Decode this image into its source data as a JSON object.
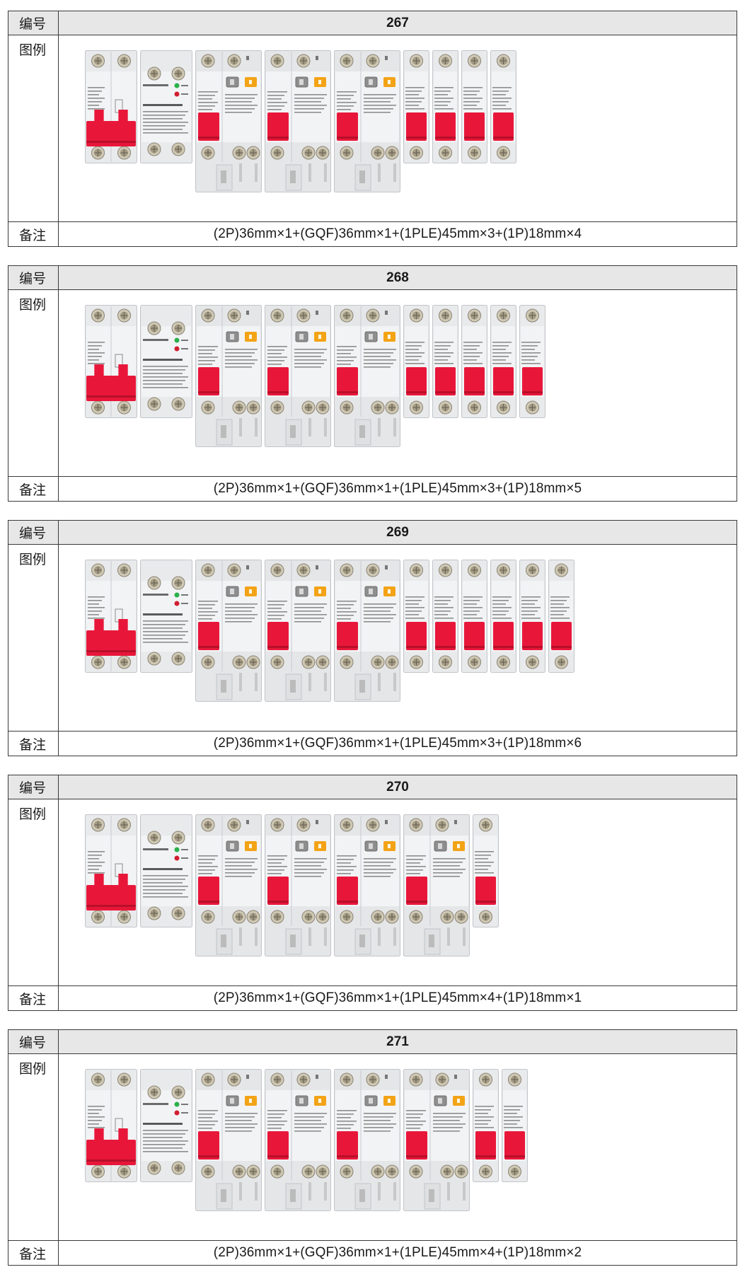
{
  "labels": {
    "number": "编号",
    "figure": "图例",
    "remark": "备注"
  },
  "brand_color": "#e8173a",
  "accent_orange": "#f3a316",
  "tables": [
    {
      "number": "267",
      "modules": [
        "2P",
        "GQF",
        "1PLE",
        "1PLE",
        "1PLE",
        "1P",
        "1P",
        "1P",
        "1P"
      ],
      "remark": "(2P)36mm×1+(GQF)36mm×1+(1PLE)45mm×3+(1P)18mm×4"
    },
    {
      "number": "268",
      "modules": [
        "2P",
        "GQF",
        "1PLE",
        "1PLE",
        "1PLE",
        "1P",
        "1P",
        "1P",
        "1P",
        "1P"
      ],
      "remark": "(2P)36mm×1+(GQF)36mm×1+(1PLE)45mm×3+(1P)18mm×5"
    },
    {
      "number": "269",
      "modules": [
        "2P",
        "GQF",
        "1PLE",
        "1PLE",
        "1PLE",
        "1P",
        "1P",
        "1P",
        "1P",
        "1P",
        "1P"
      ],
      "remark": "(2P)36mm×1+(GQF)36mm×1+(1PLE)45mm×3+(1P)18mm×6"
    },
    {
      "number": "270",
      "modules": [
        "2P",
        "GQF",
        "1PLE",
        "1PLE",
        "1PLE",
        "1PLE",
        "1P"
      ],
      "remark": "(2P)36mm×1+(GQF)36mm×1+(1PLE)45mm×4+(1P)18mm×1"
    },
    {
      "number": "271",
      "modules": [
        "2P",
        "GQF",
        "1PLE",
        "1PLE",
        "1PLE",
        "1PLE",
        "1P",
        "1P"
      ],
      "remark": "(2P)36mm×1+(GQF)36mm×1+(1PLE)45mm×4+(1P)18mm×2"
    }
  ]
}
